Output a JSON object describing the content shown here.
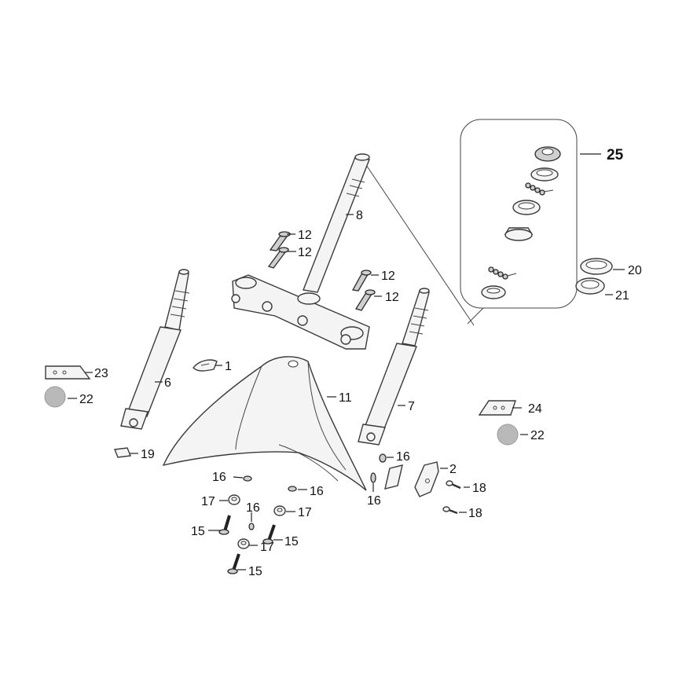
{
  "labels": {
    "p1": "1",
    "p2": "2",
    "p6": "6",
    "p7": "7",
    "p8": "8",
    "p11": "11",
    "p12a": "12",
    "p12b": "12",
    "p12c": "12",
    "p12d": "12",
    "p15a": "15",
    "p15b": "15",
    "p15c": "15",
    "p16a": "16",
    "p16b": "16",
    "p16c": "16",
    "p16d": "16",
    "p16e": "16",
    "p17a": "17",
    "p17b": "17",
    "p17c": "17",
    "p18a": "18",
    "p18b": "18",
    "p19": "19",
    "p20": "20",
    "p21": "21",
    "p22a": "22",
    "p22b": "22",
    "p23": "23",
    "p24": "24",
    "p25": "25"
  },
  "colors": {
    "line": "#3a3a3a",
    "part_fill": "#f4f4f4",
    "dark_part": "#cfcfcf",
    "cap_gray": "#b9b9b9"
  }
}
